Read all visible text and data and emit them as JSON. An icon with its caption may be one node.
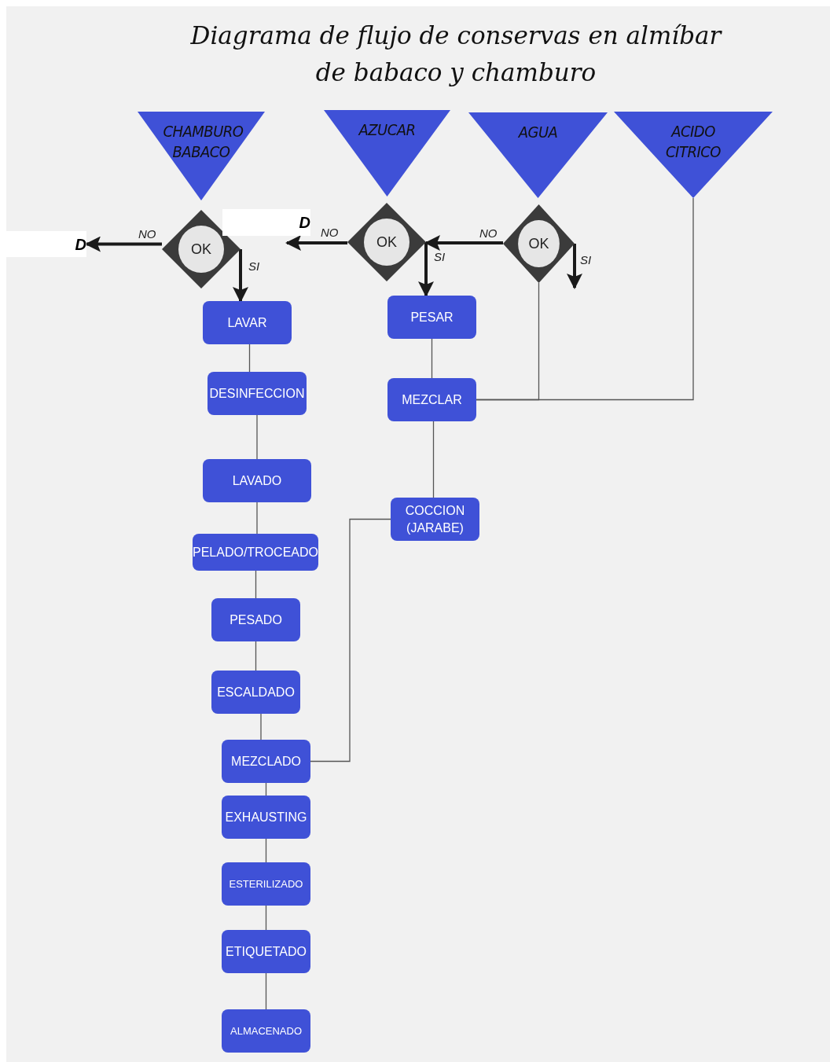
{
  "diagram": {
    "title": "Diagrama de flujo de conservas en almíbar de babaco y chamburo",
    "nodes": [
      {
        "text": [
          "CHAMBURO BABACO"
        ]
      },
      {
        "text": [
          "AZUCAR"
        ]
      },
      {
        "text": [
          "AGUA"
        ]
      },
      {
        "text": [
          "ACIDO CITRICO"
        ]
      },
      {
        "text": [
          "OK"
        ]
      },
      {
        "text": [
          "OK"
        ]
      },
      {
        "text": [
          "OK"
        ]
      },
      {
        "text": [
          "D"
        ]
      },
      {
        "text": [
          "LAVAR"
        ]
      },
      {
        "text": [
          "DESINFECCION"
        ]
      },
      {
        "text": [
          "LAVADO"
        ]
      },
      {
        "text": [
          "PELADO/TROCEADO"
        ]
      },
      {
        "text": [
          "PESADO"
        ]
      },
      {
        "text": [
          "ESCALDADO"
        ]
      },
      {
        "text": [
          "MEZCLADO"
        ]
      },
      {
        "text": [
          "EXHAUSTING"
        ]
      },
      {
        "text": [
          "ESTERILIZADO"
        ]
      },
      {
        "text": [
          "ETIQUETADO"
        ]
      },
      {
        "text": [
          "ALMACENADO"
        ]
      },
      {
        "text": [
          "PESAR"
        ]
      },
      {
        "text": [
          "MEZCLAR"
        ]
      },
      {
        "text": [
          "COCCION (JARABE)"
        ]
      },
      {
        "text": [
          "D"
        ]
      }
    ],
    "edges": [
      {
        "from": 4,
        "to": 7,
        "arrow": "to",
        "label": "NO",
        "style": "thick",
        "color": "#1a1a1a"
      },
      {
        "from": 4,
        "to": 8,
        "arrow": "to",
        "label": "SI",
        "style": "thick",
        "color": "#1a1a1a"
      },
      {
        "from": 5,
        "to": 22,
        "arrow": "to",
        "label": "NO",
        "style": "thick",
        "color": "#1a1a1a"
      },
      {
        "from": 5,
        "to": 19,
        "arrow": "to",
        "label": "SI",
        "style": "thick",
        "color": "#1a1a1a"
      },
      {
        "from": 6,
        "to": 5,
        "arrow": "to",
        "label": "NO",
        "style": "thick",
        "color": "#1a1a1a"
      },
      {
        "from": 6,
        "to": null,
        "arrow": "to",
        "label": "SI",
        "style": "thick",
        "color": "#1a1a1a"
      },
      {
        "from": 6,
        "to": 20,
        "arrow": "none"
      },
      {
        "from": 3,
        "to": 20,
        "arrow": "none"
      },
      {
        "from": 8,
        "to": 9,
        "arrow": "none"
      },
      {
        "from": 9,
        "to": 10,
        "arrow": "none"
      },
      {
        "from": 10,
        "to": 11,
        "arrow": "none"
      },
      {
        "from": 11,
        "to": 12,
        "arrow": "none"
      },
      {
        "from": 12,
        "to": 13,
        "arrow": "none"
      },
      {
        "from": 13,
        "to": 14,
        "arrow": "none"
      },
      {
        "from": 14,
        "to": 15,
        "arrow": "none"
      },
      {
        "from": 15,
        "to": 16,
        "arrow": "none"
      },
      {
        "from": 16,
        "to": 17,
        "arrow": "none"
      },
      {
        "from": 17,
        "to": 18,
        "arrow": "none"
      },
      {
        "from": 19,
        "to": 20,
        "arrow": "none"
      },
      {
        "from": 20,
        "to": 21,
        "arrow": "none"
      },
      {
        "from": 21,
        "to": 14,
        "arrow": "none"
      }
    ]
  }
}
